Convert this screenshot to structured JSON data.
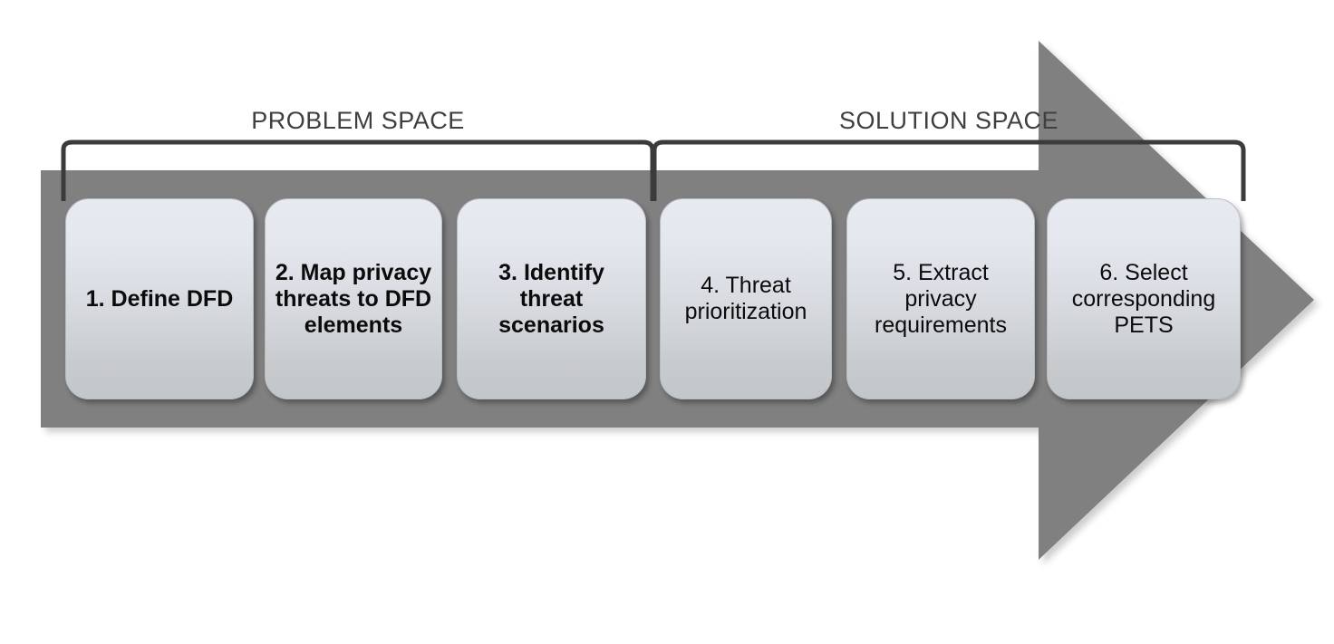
{
  "diagram": {
    "title": "Privacy threat modeling process flow",
    "background_color": "#ffffff",
    "arrow_color": "#808080",
    "bracket_color": "#3b3b3b",
    "label_color": "#3f3f3f",
    "box_gradient_top": "#e7eaf1",
    "box_gradient_bottom": "#c3c6c9",
    "box_text_color": "#0b0b0b"
  },
  "spans": [
    {
      "id": "problem-space",
      "label": "PROBLEM SPACE"
    },
    {
      "id": "solution-space",
      "label": "SOLUTION SPACE"
    }
  ],
  "steps": [
    {
      "number": "1",
      "label": "1. Define DFD",
      "weight": "bold"
    },
    {
      "number": "2",
      "label": "2. Map privacy threats to DFD elements",
      "weight": "bold"
    },
    {
      "number": "3",
      "label": "3. Identify threat scenarios",
      "weight": "bold"
    },
    {
      "number": "4",
      "label": "4. Threat prioritization",
      "weight": "normal"
    },
    {
      "number": "5",
      "label": "5. Extract privacy requirements",
      "weight": "normal"
    },
    {
      "number": "6",
      "label": "6. Select corresponding PETS",
      "weight": "normal"
    }
  ]
}
